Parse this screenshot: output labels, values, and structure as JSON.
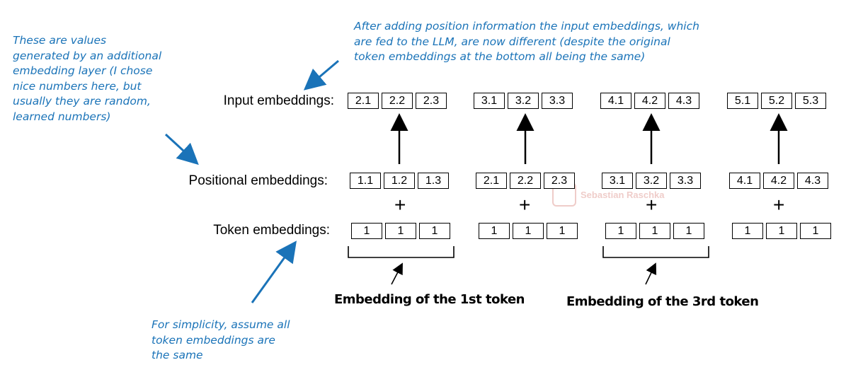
{
  "notes": {
    "top": "After adding position information the input embeddings, which\nare fed to the LLM, are now different (despite the original\ntoken embeddings at the bottom all being the same)",
    "left": "These are values\ngenerated by an additional\nembedding layer (I chose\nnice numbers here, but\nusually they are random,\nlearned numbers)",
    "bottom": "For simplicity, assume all\ntoken embeddings are\nthe same"
  },
  "rows": {
    "input": "Input embeddings:",
    "positional": "Positional embeddings:",
    "token": "Token embeddings:"
  },
  "input_vectors": [
    [
      "2.1",
      "2.2",
      "2.3"
    ],
    [
      "3.1",
      "3.2",
      "3.3"
    ],
    [
      "4.1",
      "4.2",
      "4.3"
    ],
    [
      "5.1",
      "5.2",
      "5.3"
    ]
  ],
  "positional_vectors": [
    [
      "1.1",
      "1.2",
      "1.3"
    ],
    [
      "2.1",
      "2.2",
      "2.3"
    ],
    [
      "3.1",
      "3.2",
      "3.3"
    ],
    [
      "4.1",
      "4.2",
      "4.3"
    ]
  ],
  "token_vectors": [
    [
      "1",
      "1",
      "1"
    ],
    [
      "1",
      "1",
      "1"
    ],
    [
      "1",
      "1",
      "1"
    ],
    [
      "1",
      "1",
      "1"
    ]
  ],
  "plus_sign": "+",
  "captions": {
    "first": "Embedding of the 1st token",
    "third": "Embedding of the 3rd token"
  },
  "watermark": "Sebastian Raschka",
  "colors": {
    "annotation": "#1a73b8"
  }
}
